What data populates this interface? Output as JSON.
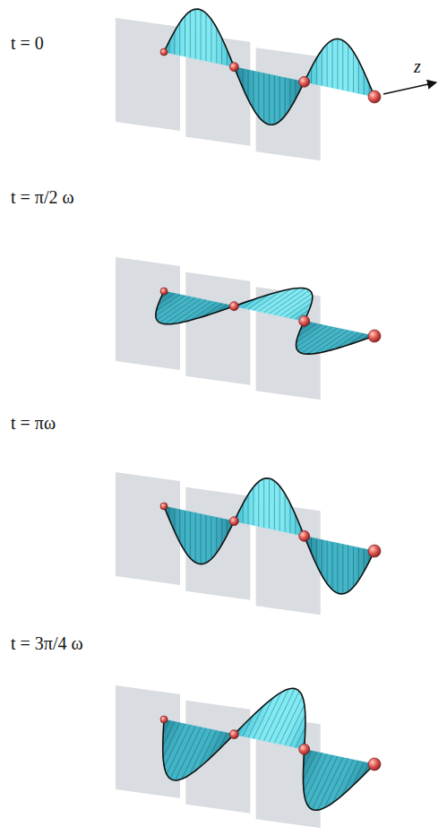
{
  "diagram": {
    "labels": [
      "t = 0",
      "t = π/2 ω",
      "t = πω",
      "t = 3π/4 ω",
      "z"
    ]
  }
}
